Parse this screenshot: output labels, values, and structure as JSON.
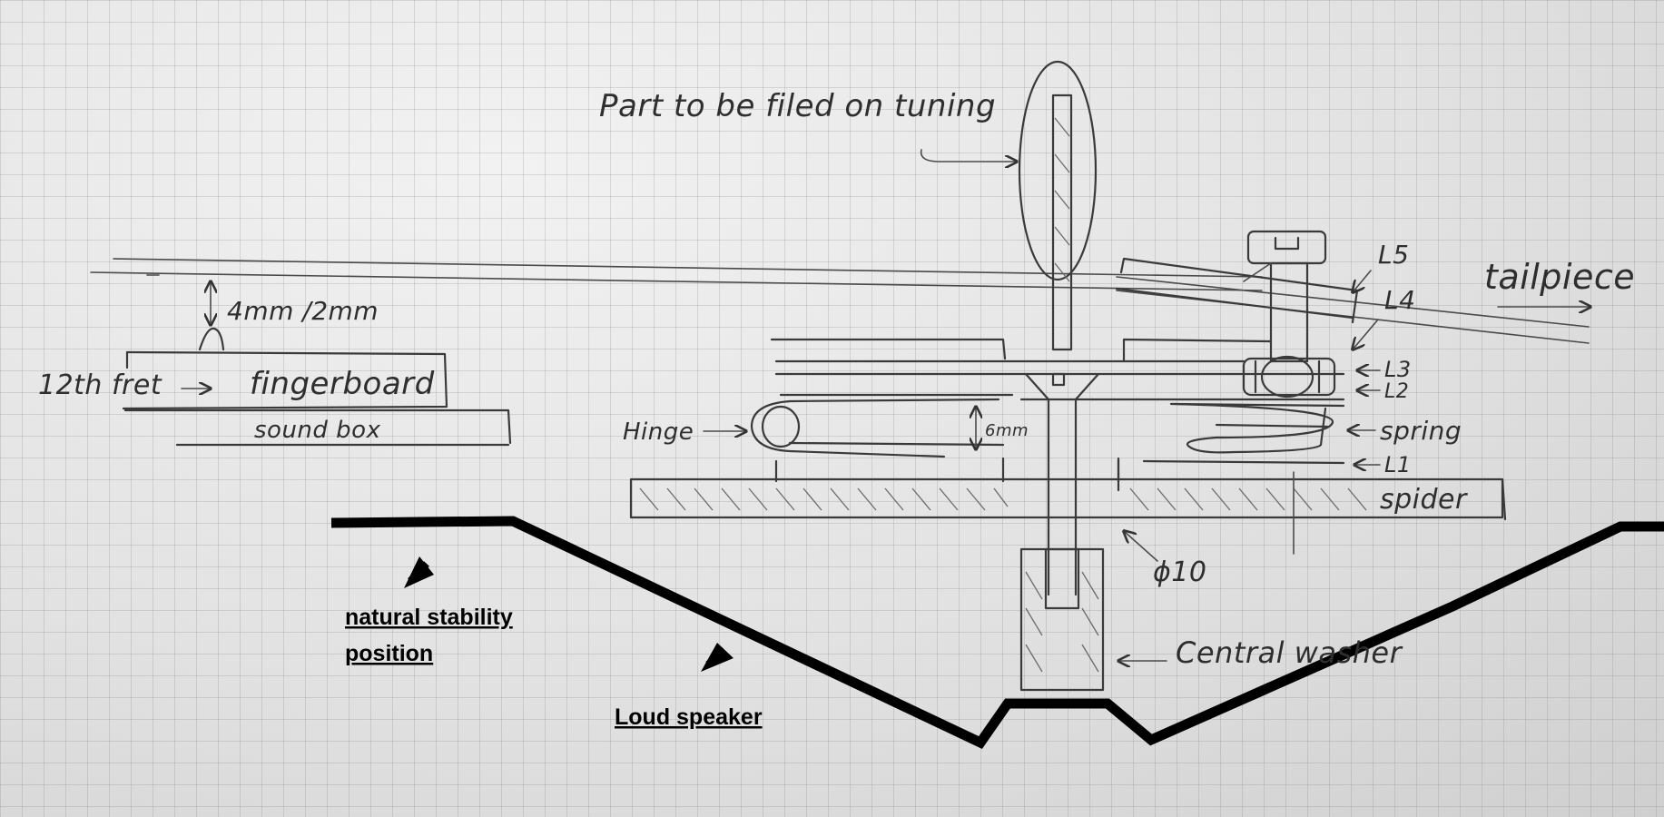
{
  "labels": {
    "part_filed": "Part to be filed on tuning",
    "tailpiece": "tailpiece",
    "gap": "4mm /2mm",
    "fret": "12th fret",
    "fingerboard": "fingerboard",
    "soundbox": "sound box",
    "hinge": "Hinge",
    "six_mm": "6mm",
    "l5": "L5",
    "l4": "L4",
    "l3": "L3",
    "l2": "L2",
    "spring": "spring",
    "l1": "L1",
    "spider": "spider",
    "phi10": "ϕ10",
    "central_washer": "Central washer",
    "natural_line1": "natural stability",
    "natural_line2": "position",
    "loud_speaker": "Loud speaker"
  },
  "colors": {
    "paper": "#e4e4e4",
    "pencil": "#3a3a3a",
    "marker": "#000000"
  }
}
